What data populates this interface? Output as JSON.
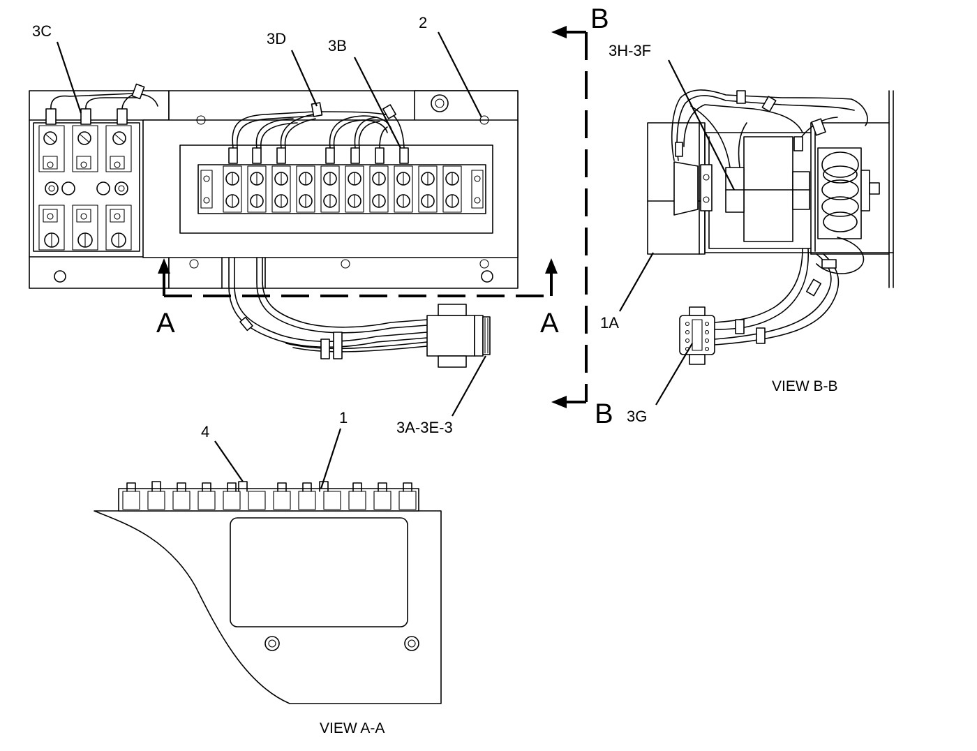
{
  "callouts": {
    "c3C": "3C",
    "c3D": "3D",
    "c3B": "3B",
    "c2": "2",
    "c3H3F": "3H-3F",
    "c1A": "1A",
    "c3G": "3G",
    "c3A3E3": "3A-3E-3",
    "c1": "1",
    "c4": "4"
  },
  "section_letters": {
    "a_left": "A",
    "a_right": "A",
    "b_top": "B",
    "b_bottom": "B"
  },
  "view_titles": {
    "view_bb": "VIEW B-B",
    "view_aa": "VIEW A-A"
  },
  "icons": [
    "terminal-block",
    "wire-harness",
    "connector-plug",
    "section-arrow"
  ]
}
